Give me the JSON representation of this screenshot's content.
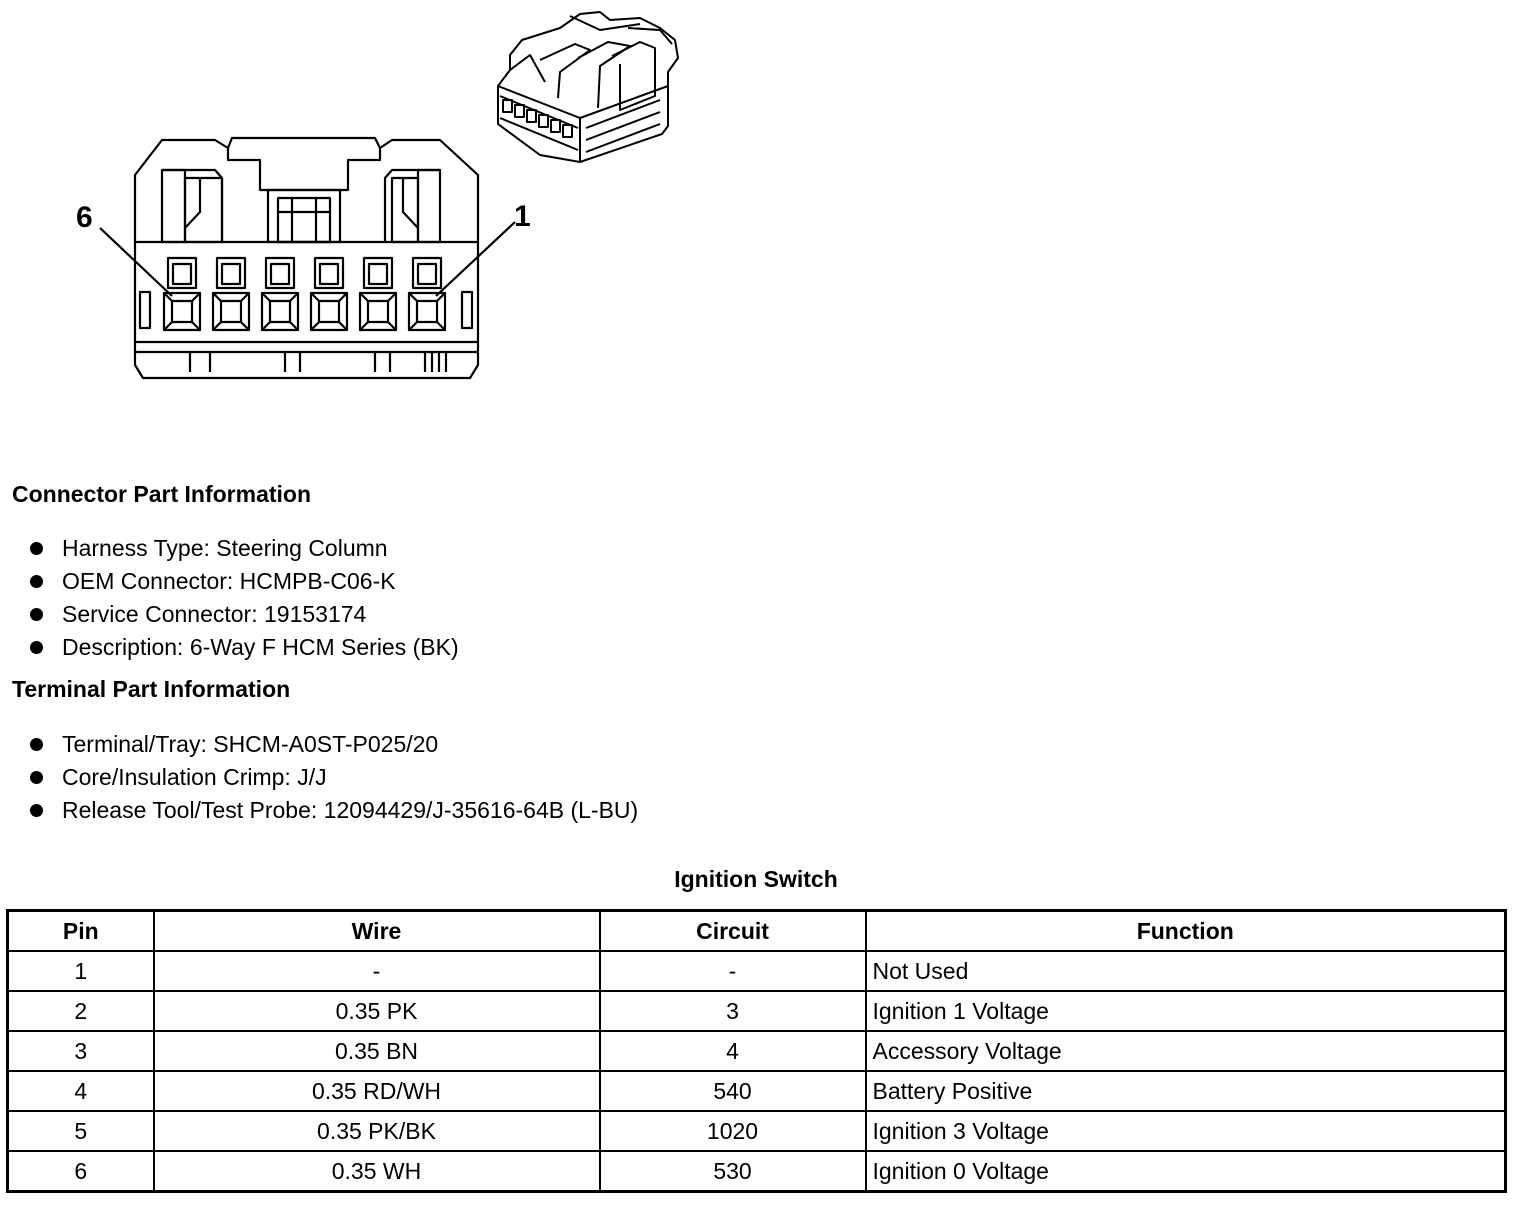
{
  "connector_figure": {
    "pin_labels": {
      "left": "6",
      "right": "1"
    },
    "line_color": "#000000"
  },
  "connector_info": {
    "heading": "Connector Part Information",
    "items": [
      "Harness Type: Steering Column",
      "OEM Connector: HCMPB-C06-K",
      "Service Connector: 19153174",
      "Description: 6-Way F HCM Series (BK)"
    ]
  },
  "terminal_info": {
    "heading": "Terminal Part Information",
    "items": [
      "Terminal/Tray: SHCM-A0ST-P025/20",
      "Core/Insulation Crimp: J/J",
      "Release Tool/Test Probe: 12094429/J-35616-64B (L-BU)"
    ]
  },
  "table": {
    "title": "Ignition Switch",
    "headers": [
      "Pin",
      "Wire",
      "Circuit",
      "Function"
    ],
    "rows": [
      [
        "1",
        "-",
        "-",
        "Not Used"
      ],
      [
        "2",
        "0.35 PK",
        "3",
        "Ignition 1 Voltage"
      ],
      [
        "3",
        "0.35 BN",
        "4",
        "Accessory Voltage"
      ],
      [
        "4",
        "0.35 RD/WH",
        "540",
        "Battery Positive"
      ],
      [
        "5",
        "0.35 PK/BK",
        "1020",
        "Ignition 3 Voltage"
      ],
      [
        "6",
        "0.35 WH",
        "530",
        "Ignition 0 Voltage"
      ]
    ]
  }
}
